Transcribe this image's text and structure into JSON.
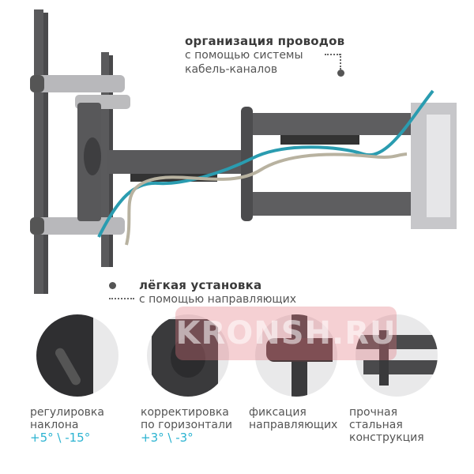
{
  "product_image": {
    "alt": "full-motion TV wall mount with cable routing",
    "colors": {
      "steel": "#5e5e60",
      "bar_light": "#b9b9bc",
      "cable_blue": "#2a9cb0",
      "cable_beige": "#b8b2a0"
    }
  },
  "callouts": [
    {
      "title": "организация проводов",
      "subtitle_lines": [
        "с помощью системы",
        "кабель-каналов"
      ]
    },
    {
      "title": "лёгкая установка",
      "subtitle_lines": [
        "с помощью направляющих"
      ]
    }
  ],
  "watermark": {
    "text": "KRONSH.RU",
    "color": "#e27882"
  },
  "features": [
    {
      "icon": "tilt-lever-icon",
      "label_lines": [
        "регулировка",
        "наклона"
      ],
      "value": "+5° \\ -15°"
    },
    {
      "icon": "level-plate-icon",
      "label_lines": [
        "корректировка",
        "по горизонтали"
      ],
      "value": "+3° \\ -3°"
    },
    {
      "icon": "rail-lock-icon",
      "label_lines": [
        "фиксация",
        "направляющих"
      ],
      "value": ""
    },
    {
      "icon": "steel-arm-icon",
      "label_lines": [
        "прочная",
        "стальная",
        "конструкция"
      ],
      "value": ""
    }
  ],
  "accent_color": "#2bb3d1"
}
